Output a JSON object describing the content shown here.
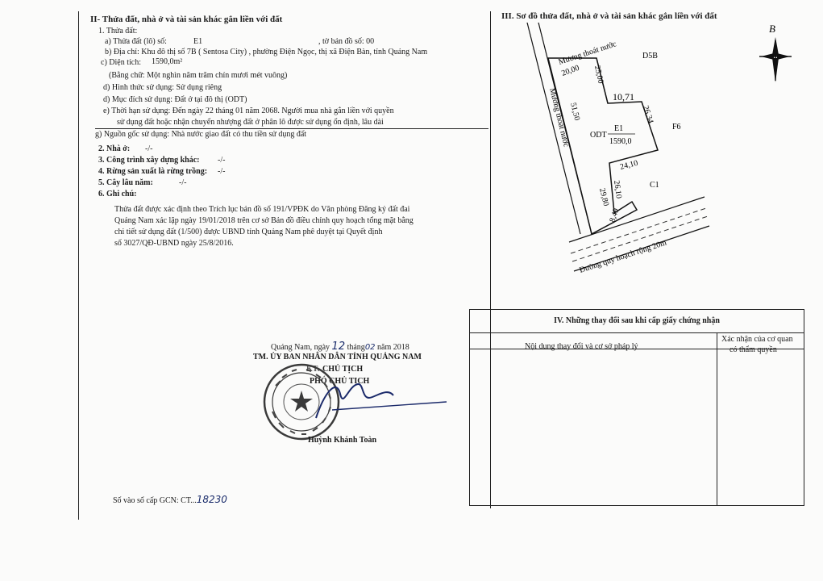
{
  "section2": {
    "title": "II- Thửa đất, nhà ở và tài sản khác gắn liền với đất",
    "land_header": "1. Thửa đất:",
    "a_label": "a) Thửa đất (lô) số:",
    "a_value": "E1",
    "a_sheet": ", tờ bản đồ số: 00",
    "b": "b) Địa chỉ: Khu đô thị số 7B ( Sentosa City) , phường Điện Ngọc, thị xã Điện Bàn, tỉnh Quảng Nam",
    "c_label": "c) Diện tích:",
    "c_value": "1590,0m²",
    "c_words": "(Bằng chữ: Một nghìn năm trăm chín mươi mét vuông)",
    "d": "d) Hình thức sử dụng:  Sử dụng riêng",
    "d2": "d) Mục đích sử dụng:  Đất ở tại đô thị (ODT)",
    "e1": "e) Thời hạn sử dụng:  Đến ngày 22 tháng 01 năm 2068. Người mua nhà gắn liền với quyền",
    "e2": "sử dụng đất hoặc nhận chuyển nhượng đất ở phân lô được sử dụng ổn định, lâu dài",
    "g": "g) Nguồn gốc sử dụng:  Nhà nước giao đất có thu tiền sử dụng đất",
    "item2_label": "2. Nhà ở:",
    "item2_value": "-/-",
    "item3_label": "3. Công trình xây dựng khác:",
    "item3_value": "-/-",
    "item4_label": "4. Rừng sản xuất là rừng trồng:",
    "item4_value": "-/-",
    "item5_label": "5. Cây lâu năm:",
    "item5_value": "-/-",
    "item6_label": "6. Ghi chú:",
    "note1": "Thửa đất được xác định theo Trích lục bản đồ số 191/VPĐK do Văn phòng Đăng ký đất đai",
    "note2": "Quảng Nam xác lập ngày 19/01/2018 trên cơ sở Bản đồ điều chỉnh quy hoạch tổng mặt bằng",
    "note3": "chi tiết sử dụng đất (1/500) được UBND tỉnh Quảng Nam phê duyệt tại Quyết định",
    "note4": "số 3027/QĐ-UBND ngày 25/8/2016."
  },
  "signature": {
    "date_prefix": "Quảng Nam,  ngày",
    "day": "12",
    "month_label": "tháng",
    "month": "02",
    "year_label": "năm 2018",
    "org": "TM. ỦY BAN NHÂN DÂN TỈNH QUẢNG NAM",
    "kt": "KT.",
    "chair": "CHỦ TỊCH",
    "vice": "PHÓ CHỦ TỊCH",
    "signer": "Huỳnh Khánh Toàn",
    "register_label": "Số vào sổ cấp GCN: CT...",
    "register_number": "18230"
  },
  "section3": {
    "title": "III. Sơ đồ thửa đất, nhà ở và tài sản khác gắn liền với đất",
    "north": "B",
    "ditch_top": "Mương thoát nước",
    "ditch_side": "Mương thoát nước",
    "d5b": "D5B",
    "f6": "F6",
    "c1": "C1",
    "odt": "ODT",
    "parcel": "E1",
    "area": "1590,0",
    "road": "Đường quy hoạch rộng 20m",
    "dims": [
      "20,00",
      "25,00",
      "10,71",
      "26,34",
      "24,10",
      "26,10",
      "29,80",
      "8,49",
      "51,50"
    ]
  },
  "section4": {
    "title": "IV. Những thay đổi sau khi cấp giấy chứng nhận",
    "col1": "Nội dung thay đổi và cơ sở pháp lý",
    "col2_line1": "Xác nhận của cơ quan",
    "col2_line2": "có thẩm quyền"
  }
}
